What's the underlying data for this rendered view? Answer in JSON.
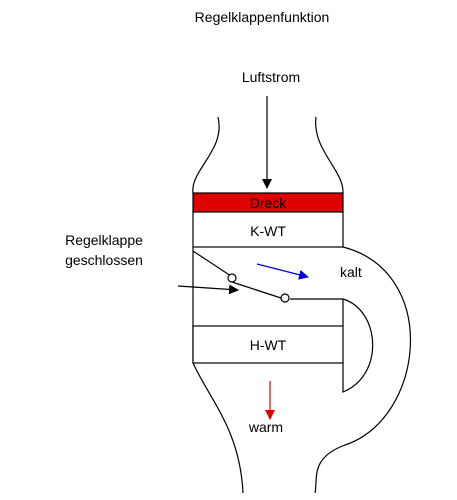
{
  "title": "Regelklappenfunktion",
  "labels": {
    "airflow": "Luftstrom",
    "damper_line1": "Regelklappe",
    "damper_line2": "geschlossen",
    "dirt": "Dreck",
    "cooler": "K-WT",
    "heater": "H-WT",
    "cold": "kalt",
    "warm": "warm"
  },
  "colors": {
    "dirt_fill": "#e00000",
    "cold_arrow": "#0000cc",
    "warm_arrow": "#e00000",
    "line": "#000000"
  }
}
